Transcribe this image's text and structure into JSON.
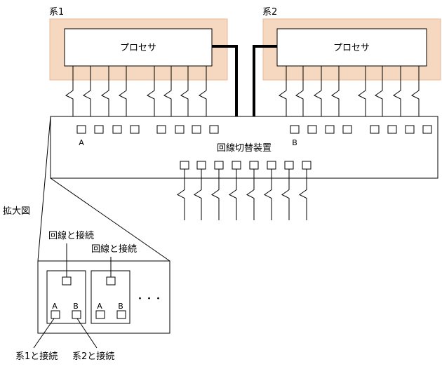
{
  "system1": {
    "label": "系1",
    "processor": "プロセサ"
  },
  "system2": {
    "label": "系2",
    "processor": "プロセサ"
  },
  "switch": {
    "label": "回線切替装置",
    "port_a": "A",
    "port_b": "B"
  },
  "enlarged": {
    "title": "拡大図",
    "line_connect_1": "回線と接続",
    "line_connect_2": "回線と接続",
    "port_a_1": "A",
    "port_b_1": "B",
    "port_a_2": "A",
    "port_b_2": "B",
    "ellipsis": "・・・",
    "connect_sys1": "系1と接続",
    "connect_sys2": "系2と接続"
  }
}
